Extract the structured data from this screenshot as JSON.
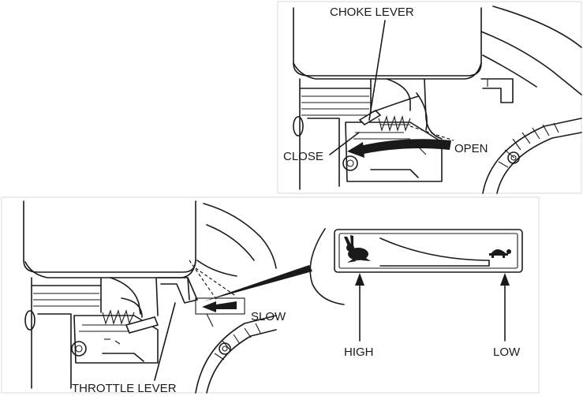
{
  "labels": {
    "choke_lever": "CHOKE LEVER",
    "close": "CLOSE",
    "open": "OPEN",
    "slow": "SLOW",
    "high": "HIGH",
    "low": "LOW",
    "throttle_lever": "THROTTLE LEVER"
  },
  "icons": {
    "fast": "rabbit-icon",
    "slow": "turtle-icon"
  }
}
